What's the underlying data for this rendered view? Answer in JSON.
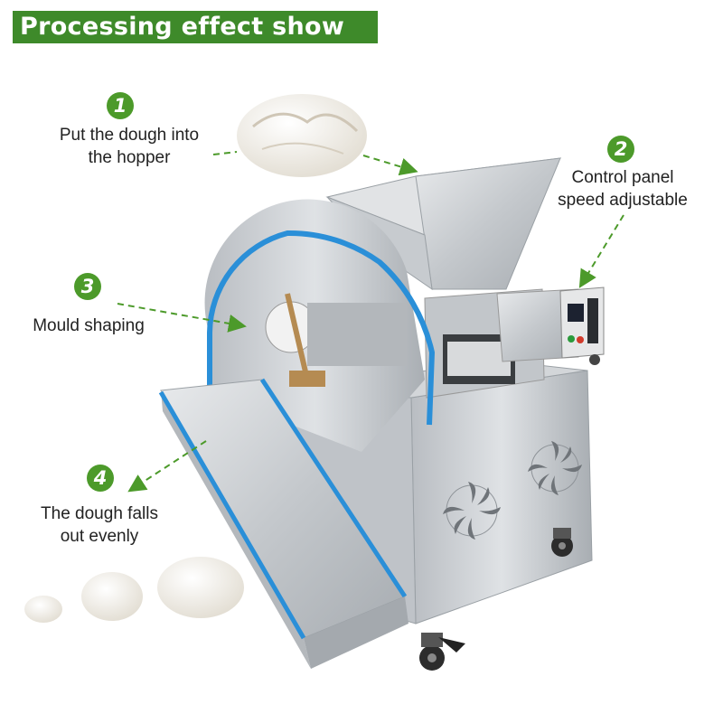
{
  "banner": {
    "title": "Processing effect show",
    "color": "#3e8a2a"
  },
  "steps": [
    {
      "number": "1",
      "text": "Put the dough into\nthe hopper"
    },
    {
      "number": "2",
      "text": "Control panel\nspeed adjustable"
    },
    {
      "number": "3",
      "text": "Mould shaping"
    },
    {
      "number": "4",
      "text": "The dough falls\nout evenly"
    }
  ],
  "colors": {
    "badge": "#4c9a2a",
    "arrow": "#4c9a2a",
    "machine_trim": "#2a8fd8",
    "steel": "#c9ccd0"
  },
  "icons": [
    "step-number-badge",
    "pointer-arrow",
    "fan-vent-icon",
    "caster-wheel-icon"
  ]
}
